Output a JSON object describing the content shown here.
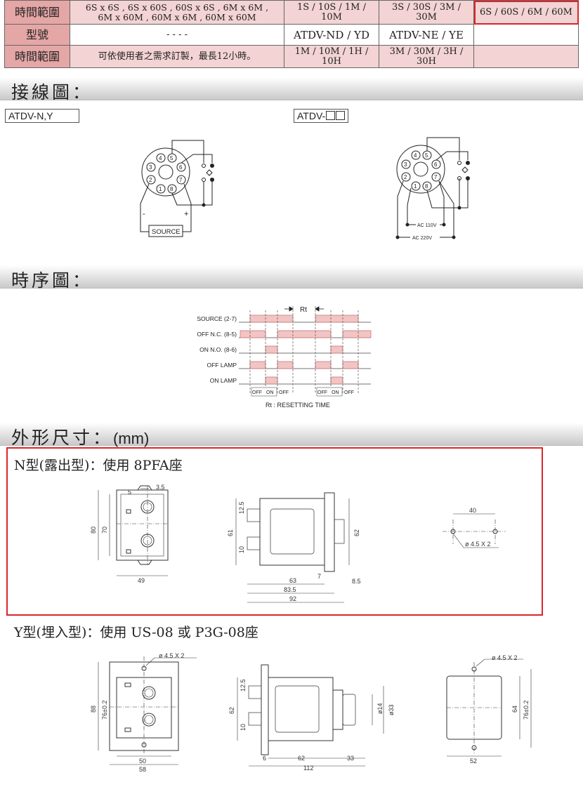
{
  "spec_table": {
    "rows": [
      {
        "header": "時間範圍",
        "cells": [
          "6S x 6S , 6S x 60S , 60S x 6S , 6M x 6M ,",
          "6M x 60M , 60M x 6M , 60M x 60M",
          "1S / 10S / 1M / 10M",
          "3S / 30S / 3M / 30M",
          "6S / 60S / 6M / 60M"
        ]
      },
      {
        "header": "型號",
        "cells": [
          "- - - -",
          "ATDV-ND / YD",
          "ATDV-NE / YE",
          ""
        ]
      },
      {
        "header": "時間範圍",
        "cells": [
          "可依使用者之需求訂製，最長12小時。",
          "1M / 10M / 1H / 10H",
          "3M / 30M / 3H / 30H",
          ""
        ]
      }
    ]
  },
  "sections": {
    "wiring": "接線圖：",
    "timing": "時序圖：",
    "dims_cjk": "外形尺寸：",
    "dims_unit": "(mm)"
  },
  "wiring": {
    "left_tag": "ATDV-N,Y",
    "right_tag": "ATDV-",
    "pins": [
      "1",
      "2",
      "3",
      "4",
      "5",
      "6",
      "7",
      "8"
    ],
    "minus": "-",
    "plus": "+",
    "source": "SOURCE",
    "ac110": "AC 110V",
    "ac220": "AC 220V"
  },
  "timing": {
    "rt": "Rt",
    "rows": [
      "SOURCE  (2-7)",
      "OFF N.C.  (8-5)",
      "ON  N.O.  (8-6)",
      "OFF LAMP",
      "ON   LAMP"
    ],
    "states": [
      "OFF",
      "ON",
      "OFF",
      "OFF",
      "ON",
      "OFF"
    ],
    "note": "Rt : RESETTING TIME"
  },
  "dims": {
    "n_caption": "N型(露出型)：使用 8PFA座",
    "y_caption": "Y型(埋入型)：使用 US-08 或 P3G-08座",
    "n_front": [
      "3.5",
      "5",
      "80",
      "70",
      "49"
    ],
    "n_side": [
      "12.5",
      "61",
      "10",
      "62",
      "7",
      "8.5",
      "63",
      "83.5",
      "92"
    ],
    "n_hole": [
      "40",
      "ø 4.5 X 2"
    ],
    "y_front": [
      "ø 4.5 X 2",
      "88",
      "76±0.2",
      "50",
      "58"
    ],
    "y_side": [
      "12.5",
      "62",
      "10",
      "ø14",
      "ø33",
      "6",
      "62",
      "33",
      "112"
    ],
    "y_back": [
      "ø 4.5 X 2",
      "64",
      "76±0.2",
      "52"
    ]
  }
}
